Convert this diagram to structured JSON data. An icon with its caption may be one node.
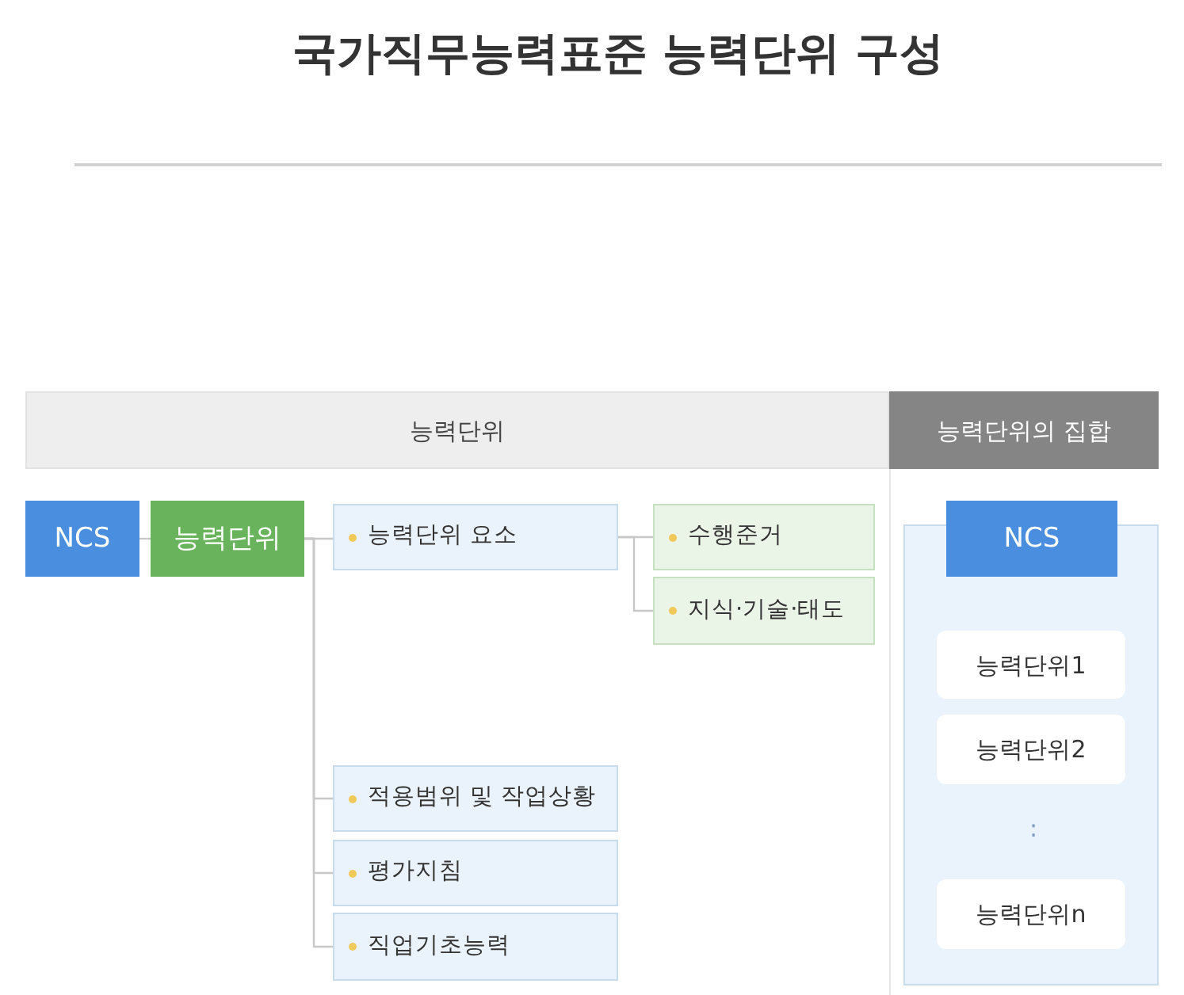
{
  "diagram": {
    "title": "국가직무능력표준 능력단위 구성",
    "nodes": [
      {
        "text": [
          "능력단위"
        ]
      },
      {
        "text": [
          "능력단위의 집합"
        ]
      },
      {
        "text": [
          "NCS"
        ]
      },
      {
        "text": [
          "능력단위"
        ]
      },
      {
        "text": [
          "능력단위 요소"
        ]
      },
      {
        "text": [
          "수행준거"
        ]
      },
      {
        "text": [
          "지식·기술·태도"
        ]
      },
      {
        "text": [
          "적용범위 및 작업상황"
        ]
      },
      {
        "text": [
          "평가지침"
        ]
      },
      {
        "text": [
          "직업기초능력"
        ]
      },
      {
        "text": [],
        "shape": "box"
      },
      {
        "text": [
          "NCS"
        ]
      },
      {
        "text": [
          "능력단위1"
        ],
        "in": 10
      },
      {
        "text": [
          "능력단위2"
        ],
        "in": 10
      },
      {
        "text": [
          "능력단위n"
        ],
        "in": 10
      }
    ],
    "edges": [
      {
        "from": 2,
        "to": 3,
        "arrow": "none"
      },
      {
        "from": 3,
        "to": 4,
        "arrow": "none"
      },
      {
        "from": 3,
        "to": 7,
        "arrow": "none"
      },
      {
        "from": 3,
        "to": 8,
        "arrow": "none"
      },
      {
        "from": 3,
        "to": 9,
        "arrow": "none"
      },
      {
        "from": 4,
        "to": 5,
        "arrow": "none"
      },
      {
        "from": 4,
        "to": 6,
        "arrow": "none"
      }
    ],
    "labels": [
      ":"
    ]
  }
}
